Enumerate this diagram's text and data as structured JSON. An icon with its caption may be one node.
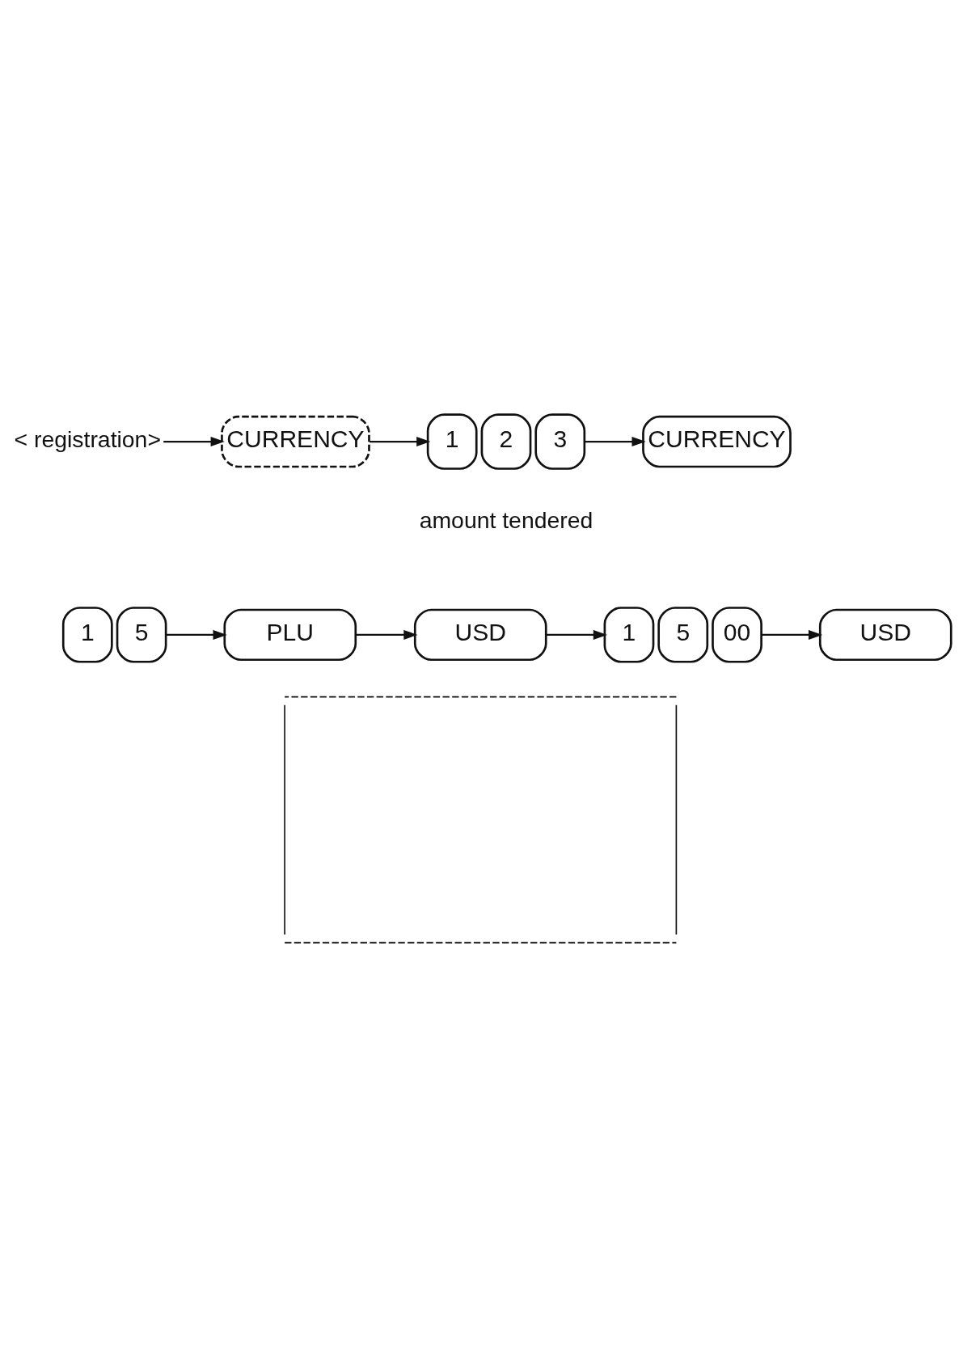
{
  "diagram": {
    "nodes": [
      {
        "text": [
          "< registration>"
        ]
      },
      {
        "text": [
          "CURRENCY"
        ]
      },
      {
        "text": [
          "1"
        ]
      },
      {
        "text": [
          "2"
        ],
        "beside": [
          "amount tendered"
        ]
      },
      {
        "text": [
          "3"
        ]
      },
      {
        "text": [
          "CURRENCY"
        ]
      },
      {
        "text": [
          "1"
        ]
      },
      {
        "text": [
          "5"
        ]
      },
      {
        "text": [
          "PLU"
        ]
      },
      {
        "text": [
          "USD"
        ]
      },
      {
        "text": [
          "1"
        ]
      },
      {
        "text": [
          "5"
        ]
      },
      {
        "text": [
          "00"
        ]
      },
      {
        "text": [
          "USD"
        ]
      },
      {
        "text": [],
        "shape": "box"
      }
    ],
    "edges": [
      {
        "from": 0,
        "to": 1,
        "arrow": "to"
      },
      {
        "from": 1,
        "to": 2,
        "arrow": "to"
      },
      {
        "from": 4,
        "to": 5,
        "arrow": "to"
      },
      {
        "from": 7,
        "to": 8,
        "arrow": "to"
      },
      {
        "from": 8,
        "to": 9,
        "arrow": "to"
      },
      {
        "from": 9,
        "to": 10,
        "arrow": "to"
      },
      {
        "from": 12,
        "to": 13,
        "arrow": "to"
      }
    ]
  }
}
